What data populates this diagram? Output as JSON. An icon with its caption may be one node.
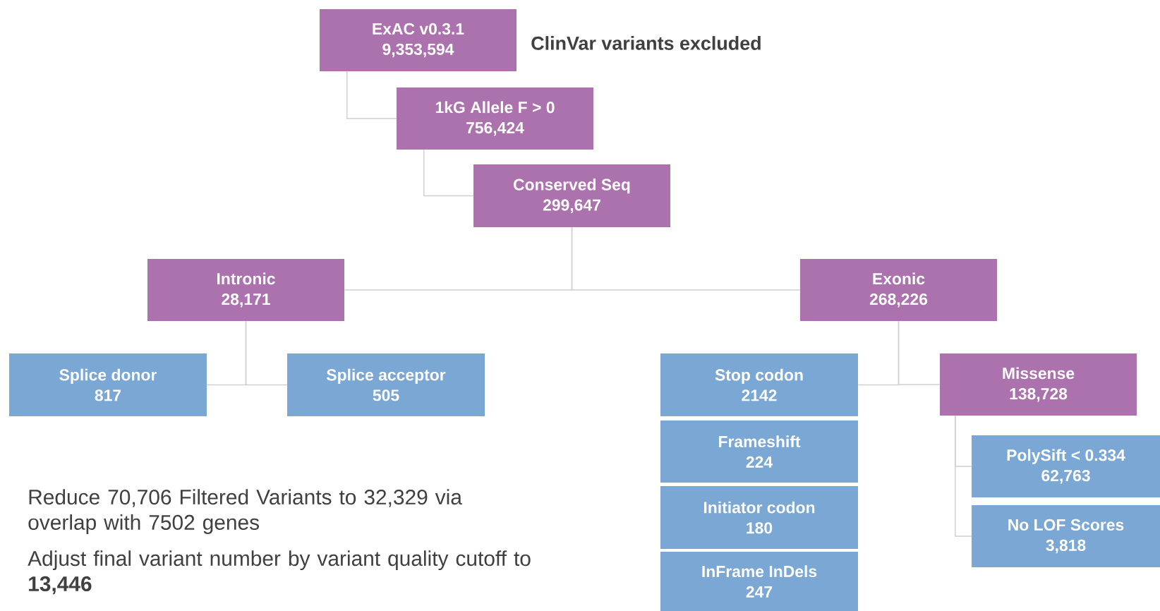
{
  "diagram": {
    "nodes": [
      {
        "text": [
          "ExAC v0.3.1",
          "9,353,594"
        ]
      },
      {
        "text": [
          "1kG Allele F > 0",
          "756,424"
        ]
      },
      {
        "text": [
          "Conserved Seq",
          "299,647"
        ]
      },
      {
        "text": [
          "Intronic",
          "28,171"
        ]
      },
      {
        "text": [
          "Exonic",
          "268,226"
        ]
      },
      {
        "text": [
          "Splice donor",
          "817"
        ]
      },
      {
        "text": [
          "Splice acceptor",
          "505"
        ]
      },
      {
        "text": [
          "Stop codon",
          "2142"
        ]
      },
      {
        "text": [
          "Frameshift",
          "224"
        ]
      },
      {
        "text": [
          "Initiator codon",
          "180"
        ]
      },
      {
        "text": [
          "InFrame InDels",
          "247"
        ]
      },
      {
        "text": [
          "Missense",
          "138,728"
        ]
      },
      {
        "text": [
          "PolySift < 0.334",
          "62,763"
        ]
      },
      {
        "text": [
          "No LOF Scores",
          "3,818"
        ]
      }
    ],
    "edges": [
      {
        "from": 0,
        "to": 1,
        "arrow": "none"
      },
      {
        "from": 1,
        "to": 2,
        "arrow": "none"
      },
      {
        "from": 2,
        "to": 3,
        "arrow": "none"
      },
      {
        "from": 2,
        "to": 4,
        "arrow": "none"
      },
      {
        "from": 3,
        "to": 5,
        "arrow": "none"
      },
      {
        "from": 3,
        "to": 6,
        "arrow": "none"
      },
      {
        "from": 4,
        "to": 7,
        "arrow": "none"
      },
      {
        "from": 4,
        "to": 11,
        "arrow": "none"
      },
      {
        "from": 11,
        "to": 12,
        "arrow": "none"
      },
      {
        "from": 11,
        "to": 13,
        "arrow": "none"
      }
    ],
    "labels": [
      "ClinVar variants excluded",
      "Reduce 70,706 Filtered Variants to 32,329 via overlap with 7502 genes",
      "Adjust final variant number by variant quality cutoff to **13,446**"
    ]
  }
}
